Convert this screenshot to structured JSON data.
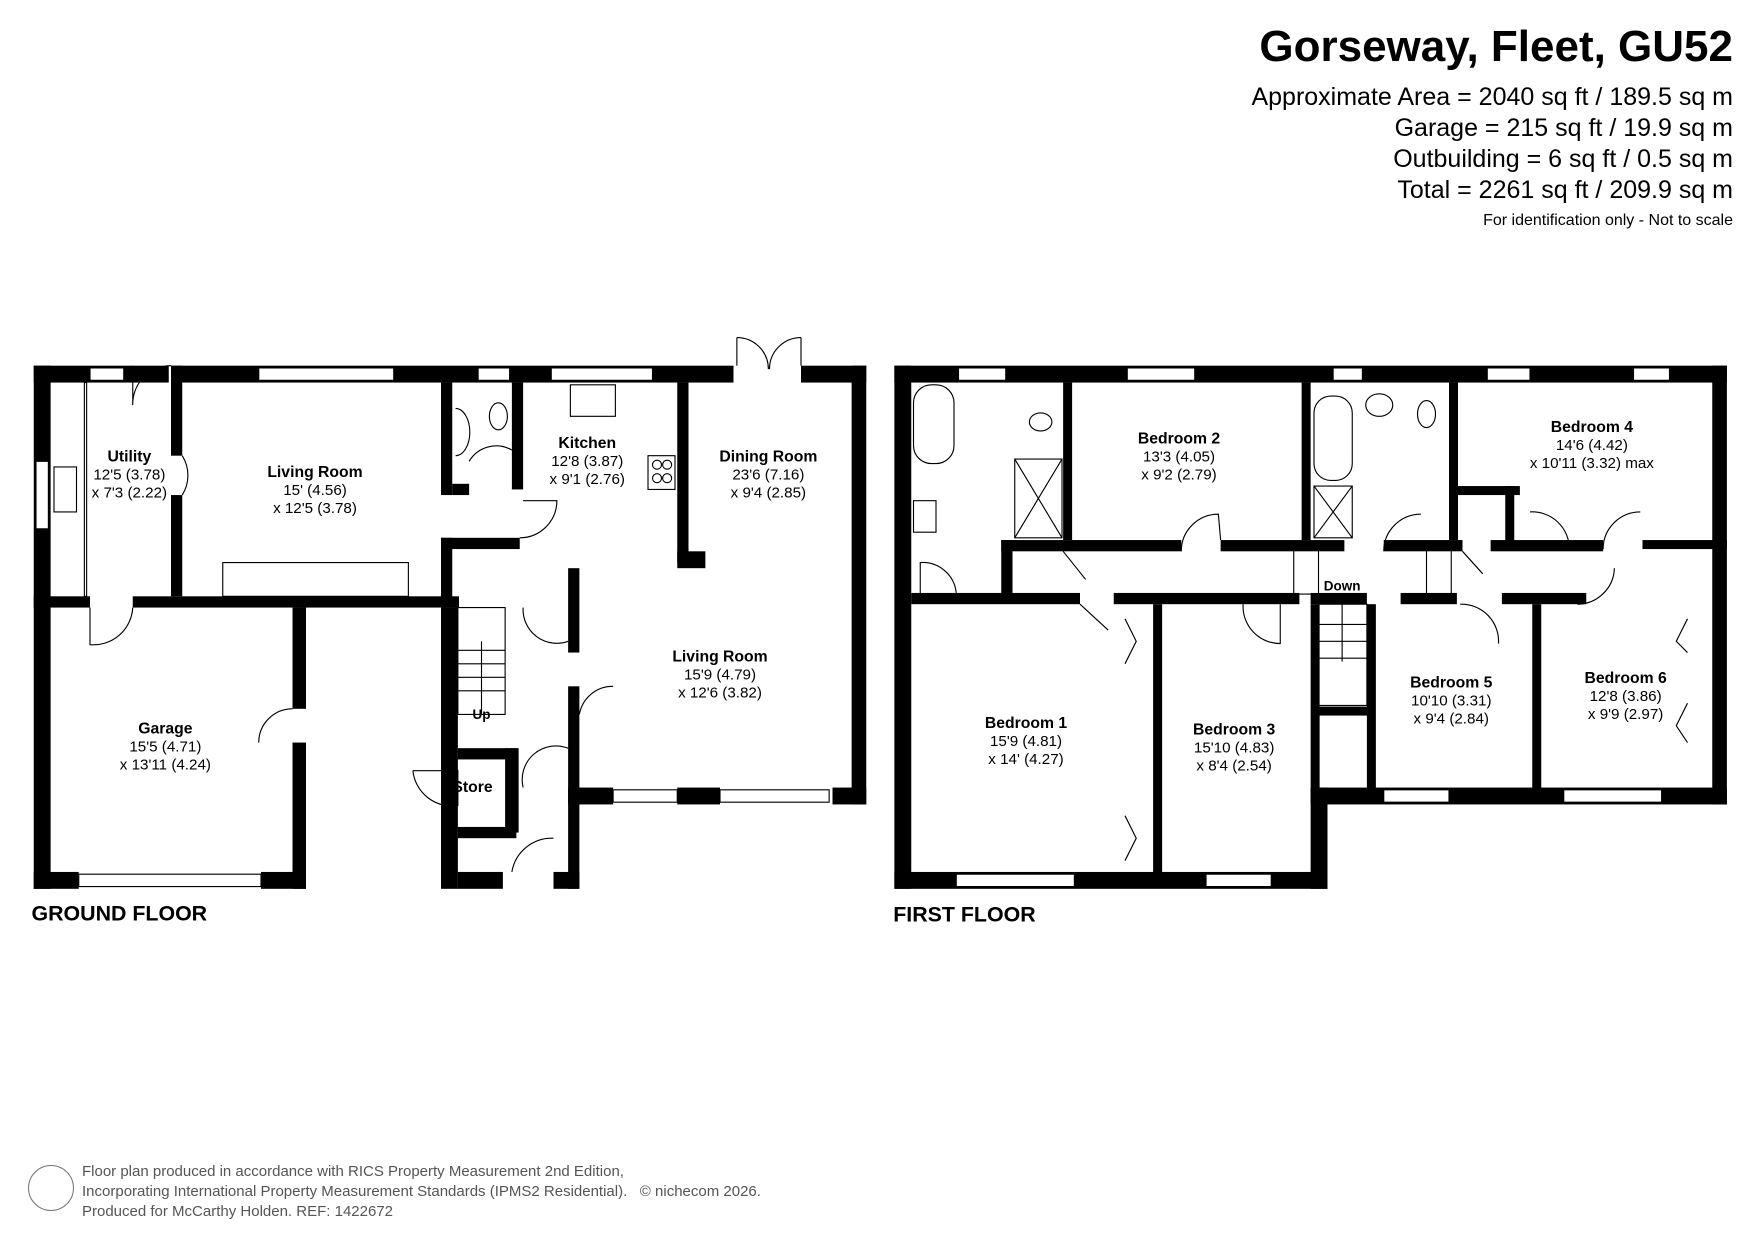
{
  "header": {
    "title": "Gorseway, Fleet, GU52",
    "areas": [
      "Approximate Area = 2040 sq ft / 189.5 sq m",
      "Garage = 215 sq ft / 19.9 sq m",
      "Outbuilding = 6 sq ft / 0.5 sq m",
      "Total = 2261 sq ft / 209.9 sq m"
    ],
    "note": "For identification only - Not to scale"
  },
  "ground_floor": {
    "label": "GROUND FLOOR",
    "rooms": [
      {
        "name": "Utility",
        "dim1": "12'5 (3.78)",
        "dim2": "x 7'3 (2.22)"
      },
      {
        "name": "Living Room",
        "dim1": "15' (4.56)",
        "dim2": "x 12'5 (3.78)"
      },
      {
        "name": "Kitchen",
        "dim1": "12'8 (3.87)",
        "dim2": "x 9'1 (2.76)"
      },
      {
        "name": "Dining Room",
        "dim1": "23'6 (7.16)",
        "dim2": "x 9'4 (2.85)"
      },
      {
        "name": "Living Room",
        "dim1": "15'9 (4.79)",
        "dim2": "x 12'6 (3.82)"
      },
      {
        "name": "Garage",
        "dim1": "15'5 (4.71)",
        "dim2": "x 13'11 (4.24)"
      }
    ],
    "store": "Store",
    "stairs": "Up"
  },
  "first_floor": {
    "label": "FIRST FLOOR",
    "rooms": [
      {
        "name": "Bedroom 2",
        "dim1": "13'3 (4.05)",
        "dim2": "x 9'2 (2.79)"
      },
      {
        "name": "Bedroom 4",
        "dim1": "14'6 (4.42)",
        "dim2": "x 10'11 (3.32) max"
      },
      {
        "name": "Bedroom 1",
        "dim1": "15'9 (4.81)",
        "dim2": "x 14' (4.27)"
      },
      {
        "name": "Bedroom 3",
        "dim1": "15'10 (4.83)",
        "dim2": "x 8'4 (2.54)"
      },
      {
        "name": "Bedroom 5",
        "dim1": "10'10 (3.31)",
        "dim2": "x 9'4 (2.84)"
      },
      {
        "name": "Bedroom 6",
        "dim1": "12'8 (3.86)",
        "dim2": "x 9'9 (2.97)"
      }
    ],
    "stairs": "Down"
  },
  "footer": {
    "lines": [
      "Floor plan produced in accordance with RICS Property Measurement 2nd Edition,",
      "Incorporating International Property Measurement Standards (IPMS2 Residential).",
      "Produced for McCarthy Holden.   REF: 1422672"
    ],
    "copyright": "© nichecom 2026."
  }
}
